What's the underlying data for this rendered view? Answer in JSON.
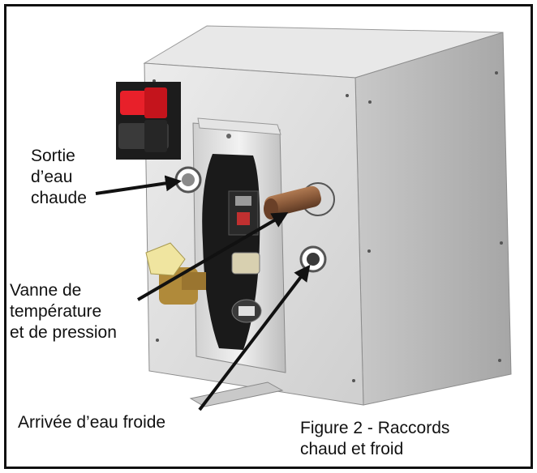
{
  "labels": {
    "hot_outlet": [
      "Sortie",
      "d’eau",
      "chaude"
    ],
    "valve": [
      "Vanne de",
      "température",
      "et de pression"
    ],
    "cold_inlet": "Arrivée d’eau froide"
  },
  "caption": [
    "Figure 2 - Raccords",
    "chaud et froid"
  ],
  "colors": {
    "border": "#111111",
    "cabinet_front": "#dedede",
    "cabinet_side": "#b8b8b8",
    "cabinet_top": "#e8e8e8",
    "hot_handle": "#e8202a",
    "brass_fitting": "#b08a3a",
    "copper_pipe": "#8a5a3a",
    "valve_knob": "#f0e5a0"
  }
}
